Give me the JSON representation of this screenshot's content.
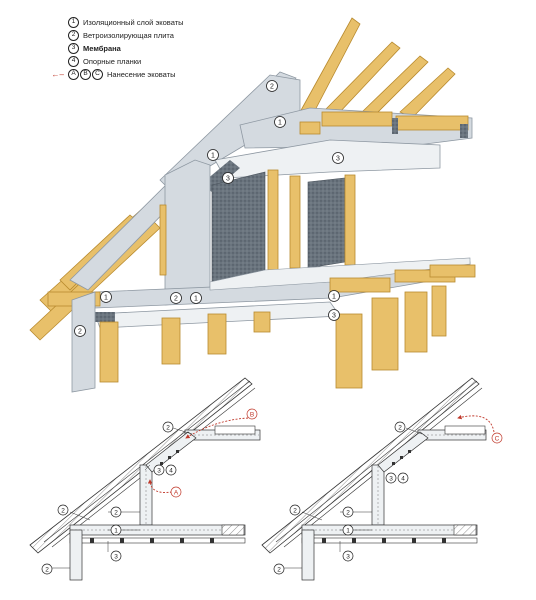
{
  "legend": [
    {
      "marks": [
        "1"
      ],
      "text": "Изоляционный слой эковаты",
      "bold": false
    },
    {
      "marks": [
        "2"
      ],
      "text": "Ветроизолирующая плита",
      "bold": false
    },
    {
      "marks": [
        "3"
      ],
      "text": "Мембрана",
      "bold": true
    },
    {
      "marks": [
        "4"
      ],
      "text": "Опорные планки",
      "bold": false
    },
    {
      "marks": [
        "A",
        "B",
        "C"
      ],
      "text": "Нанесение эковаты",
      "bold": false,
      "arrow": true
    }
  ],
  "callouts": {
    "n1": "1",
    "n2": "2",
    "n3": "3",
    "n4": "4",
    "a": "A",
    "b": "B",
    "c": "C"
  },
  "colors": {
    "timber": "#e8c06a",
    "timber_dark": "#c9962f",
    "board": "#d4dae0",
    "board_edge": "#8e98a2",
    "membrane": "#5f6a74",
    "arrow": "#c0392b"
  }
}
